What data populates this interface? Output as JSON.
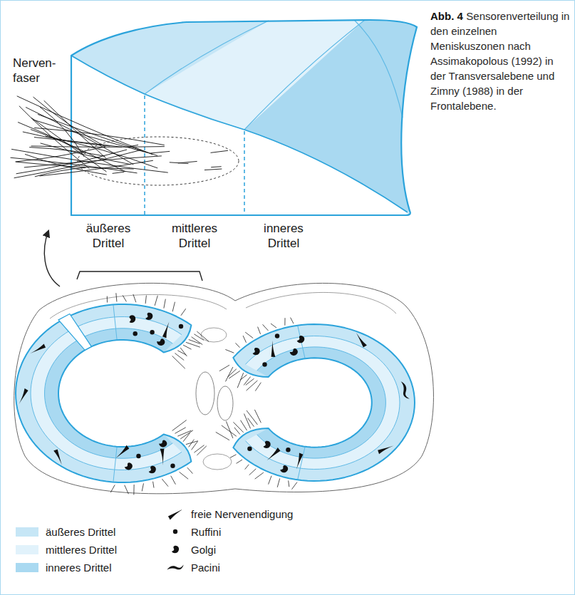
{
  "diagram": {
    "caption": "Sensorenverteilung in den einzelnen Meniskuszonen nach Assimakopolous (1992) in der Transversalebene und Zimny (1988) in der Frontalebene.",
    "labels": [
      "Abb. 4",
      "Nerven- faser",
      "äußeres Drittel",
      "mittleres Drittel",
      "inneres Drittel"
    ],
    "legend": [
      {
        "text": "äußeres Drittel",
        "color": "#c6e6f6"
      },
      {
        "text": "mittleres Drittel",
        "color": "#e1f2fb"
      },
      {
        "text": "inneres Drittel",
        "color": "#a9d9f1"
      },
      {
        "text": "freie Nervenendigung"
      },
      {
        "text": "Ruffini"
      },
      {
        "text": "Golgi"
      },
      {
        "text": "Pacini"
      }
    ]
  }
}
